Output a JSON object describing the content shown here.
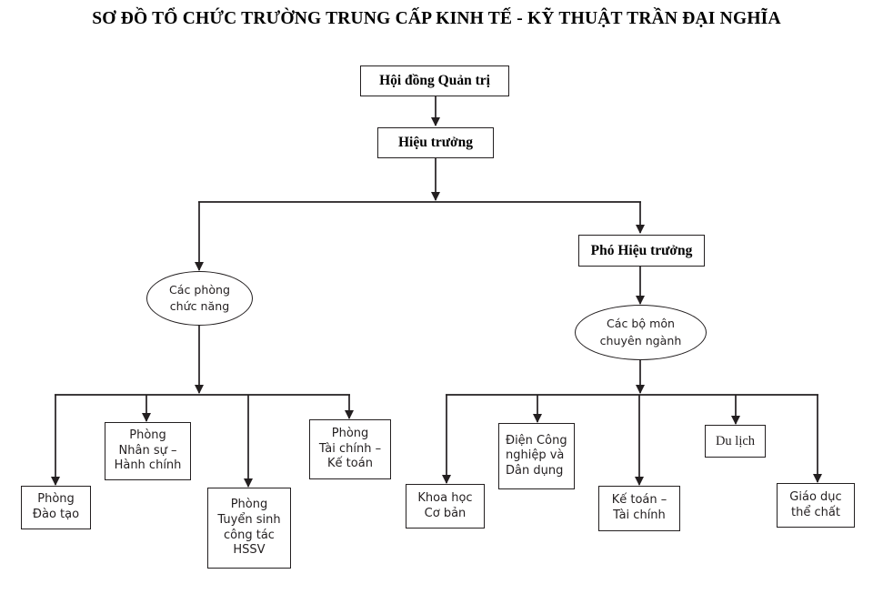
{
  "title": "SƠ ĐỒ TỔ CHỨC TRƯỜNG TRUNG CẤP KINH TẾ - KỸ THUẬT TRẦN ĐẠI NGHĨA",
  "colors": {
    "line": "#231f20",
    "text": "#231f20",
    "background": "#ffffff"
  },
  "chart_data": {
    "type": "diagram",
    "diagram_kind": "organizational-chart",
    "title": "SƠ ĐỒ TỔ CHỨC TRƯỜNG TRUNG CẤP KINH TẾ - KỸ THUẬT TRẦN ĐẠI NGHĨA",
    "nodes": [
      {
        "id": "hdqt",
        "label": "Hội đồng Quản trị",
        "shape": "box",
        "style": "serif",
        "level": 0
      },
      {
        "id": "hieutruong",
        "label": "Hiệu trưởng",
        "shape": "box",
        "style": "serif",
        "level": 1
      },
      {
        "id": "phohieutruong",
        "label": "Phó Hiệu trưởng",
        "shape": "box",
        "style": "serif",
        "level": 2
      },
      {
        "id": "cacphong",
        "label": "Các phòng\nchức năng",
        "shape": "ellipse",
        "style": "sans",
        "level": 3
      },
      {
        "id": "cacbomon",
        "label": "Các bộ môn\nchuyên ngành",
        "shape": "ellipse",
        "style": "sans",
        "level": 3
      },
      {
        "id": "daotao",
        "label": "Phòng\nĐào tạo",
        "shape": "box",
        "style": "sans",
        "level": 4
      },
      {
        "id": "nhansu",
        "label": "Phòng\nNhân sự –\nHành chính",
        "shape": "box",
        "style": "sans",
        "level": 4
      },
      {
        "id": "tuyensinh",
        "label": "Phòng\nTuyển sinh\ncông tác\nHSSV",
        "shape": "box",
        "style": "sans",
        "level": 4
      },
      {
        "id": "taichinh",
        "label": "Phòng\nTài chính –\nKế toán",
        "shape": "box",
        "style": "sans",
        "level": 4
      },
      {
        "id": "khoahoc",
        "label": "Khoa học\nCơ bản",
        "shape": "box",
        "style": "sans",
        "level": 4
      },
      {
        "id": "diencn",
        "label": "Điện Công\nnghiệp và\nDân dụng",
        "shape": "box",
        "style": "sans",
        "level": 4
      },
      {
        "id": "ketoan",
        "label": "Kế toán –\nTài chính",
        "shape": "box",
        "style": "sans",
        "level": 4
      },
      {
        "id": "dulich",
        "label": "Du lịch",
        "shape": "box",
        "style": "serif-plain",
        "level": 4
      },
      {
        "id": "giaoduc",
        "label": "Giáo dục\nthể chất",
        "shape": "box",
        "style": "sans",
        "level": 4
      }
    ],
    "edges": [
      {
        "from": "hdqt",
        "to": "hieutruong",
        "arrow": true
      },
      {
        "from": "hieutruong",
        "to": "cacphong",
        "arrow": true
      },
      {
        "from": "hieutruong",
        "to": "phohieutruong",
        "arrow": true
      },
      {
        "from": "phohieutruong",
        "to": "cacbomon",
        "arrow": true
      },
      {
        "from": "cacphong",
        "to": "daotao",
        "arrow": true
      },
      {
        "from": "cacphong",
        "to": "nhansu",
        "arrow": true
      },
      {
        "from": "cacphong",
        "to": "tuyensinh",
        "arrow": true
      },
      {
        "from": "cacphong",
        "to": "taichinh",
        "arrow": true
      },
      {
        "from": "cacbomon",
        "to": "khoahoc",
        "arrow": true
      },
      {
        "from": "cacbomon",
        "to": "diencn",
        "arrow": true
      },
      {
        "from": "cacbomon",
        "to": "ketoan",
        "arrow": true
      },
      {
        "from": "cacbomon",
        "to": "dulich",
        "arrow": true
      },
      {
        "from": "cacbomon",
        "to": "giaoduc",
        "arrow": true
      }
    ]
  },
  "nodes": {
    "hdqt": {
      "label": "Hội đồng Quản trị"
    },
    "hieutruong": {
      "label": "Hiệu trưởng"
    },
    "phohieutruong": {
      "label": "Phó Hiệu trưởng"
    },
    "cacphong": {
      "label": "Các phòng\nchức năng"
    },
    "cacbomon": {
      "label": "Các bộ môn\nchuyên ngành"
    },
    "daotao": {
      "label": "Phòng\nĐào tạo"
    },
    "nhansu": {
      "label": "Phòng\nNhân sự –\nHành chính"
    },
    "tuyensinh": {
      "label": "Phòng\nTuyển sinh\ncông tác\nHSSV"
    },
    "taichinh": {
      "label": "Phòng\nTài chính –\nKế toán"
    },
    "khoahoc": {
      "label": "Khoa học\nCơ bản"
    },
    "diencn": {
      "label": "Điện Công\nnghiệp và\nDân dụng"
    },
    "ketoan": {
      "label": "Kế toán –\nTài chính"
    },
    "dulich": {
      "label": "Du lịch"
    },
    "giaoduc": {
      "label": "Giáo dục\nthể chất"
    }
  }
}
